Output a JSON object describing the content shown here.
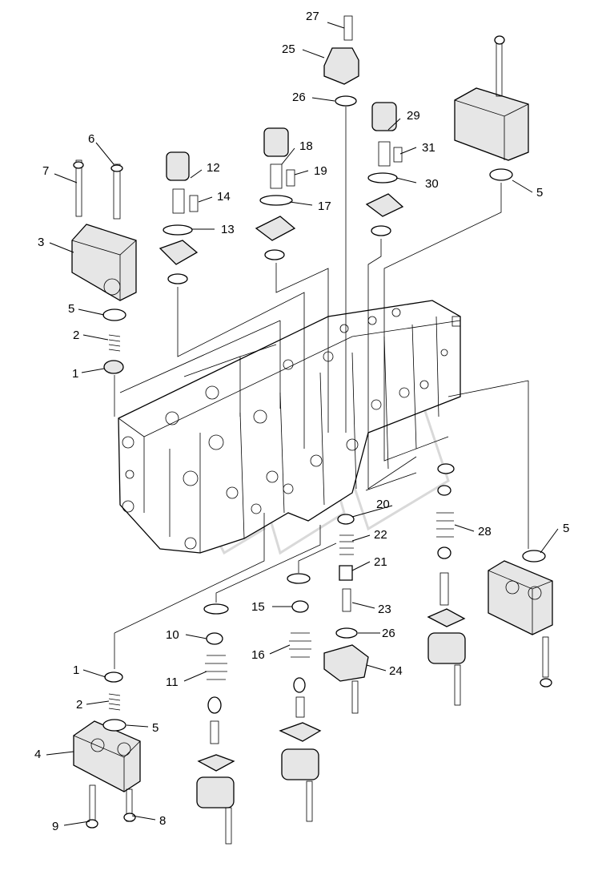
{
  "callouts": [
    {
      "id": "c27",
      "text": "27"
    },
    {
      "id": "c25",
      "text": "25"
    },
    {
      "id": "c26a",
      "text": "26"
    },
    {
      "id": "c29",
      "text": "29"
    },
    {
      "id": "c31",
      "text": "31"
    },
    {
      "id": "c30",
      "text": "30"
    },
    {
      "id": "c5a",
      "text": "5"
    },
    {
      "id": "c18",
      "text": "18"
    },
    {
      "id": "c19",
      "text": "19"
    },
    {
      "id": "c17",
      "text": "17"
    },
    {
      "id": "c12",
      "text": "12"
    },
    {
      "id": "c14",
      "text": "14"
    },
    {
      "id": "c13",
      "text": "13"
    },
    {
      "id": "c6",
      "text": "6"
    },
    {
      "id": "c7",
      "text": "7"
    },
    {
      "id": "c3",
      "text": "3"
    },
    {
      "id": "c5b",
      "text": "5"
    },
    {
      "id": "c2a",
      "text": "2"
    },
    {
      "id": "c1a",
      "text": "1"
    },
    {
      "id": "c20",
      "text": "20"
    },
    {
      "id": "c28",
      "text": "28"
    },
    {
      "id": "c5c",
      "text": "5"
    },
    {
      "id": "c22",
      "text": "22"
    },
    {
      "id": "c21",
      "text": "21"
    },
    {
      "id": "c15",
      "text": "15"
    },
    {
      "id": "c23",
      "text": "23"
    },
    {
      "id": "c10",
      "text": "10"
    },
    {
      "id": "c26b",
      "text": "26"
    },
    {
      "id": "c16",
      "text": "16"
    },
    {
      "id": "c24",
      "text": "24"
    },
    {
      "id": "c1b",
      "text": "1"
    },
    {
      "id": "c11",
      "text": "11"
    },
    {
      "id": "c2b",
      "text": "2"
    },
    {
      "id": "c5d",
      "text": "5"
    },
    {
      "id": "c4",
      "text": "4"
    },
    {
      "id": "c8",
      "text": "8"
    },
    {
      "id": "c9",
      "text": "9"
    }
  ]
}
